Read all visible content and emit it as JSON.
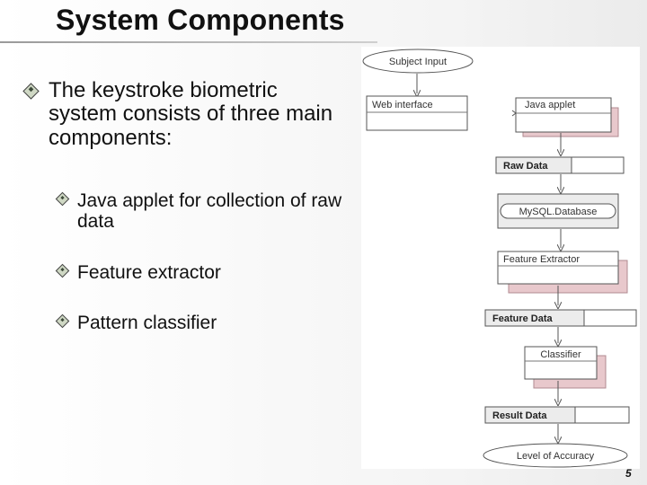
{
  "slide": {
    "title": "System Components",
    "page_number": "5"
  },
  "bullets": {
    "main": "The keystroke biometric system consists of three main components:",
    "sub": [
      "Java applet for collection of raw data",
      "Feature extractor",
      "Pattern classifier"
    ]
  },
  "diagram": {
    "subject_input": "Subject Input",
    "web_interface": "Web interface",
    "java_applet": "Java applet",
    "raw_data": "Raw Data",
    "mysql_database": "MySQL.Database",
    "feature_extractor": "Feature Extractor",
    "feature_data": "Feature Data",
    "classifier": "Classifier",
    "result_data": "Result Data",
    "level_of_accuracy": "Level of Accuracy",
    "colors": {
      "shadow": "#e8c8cc",
      "box_fill": "#ececec",
      "stroke": "#555555"
    }
  }
}
